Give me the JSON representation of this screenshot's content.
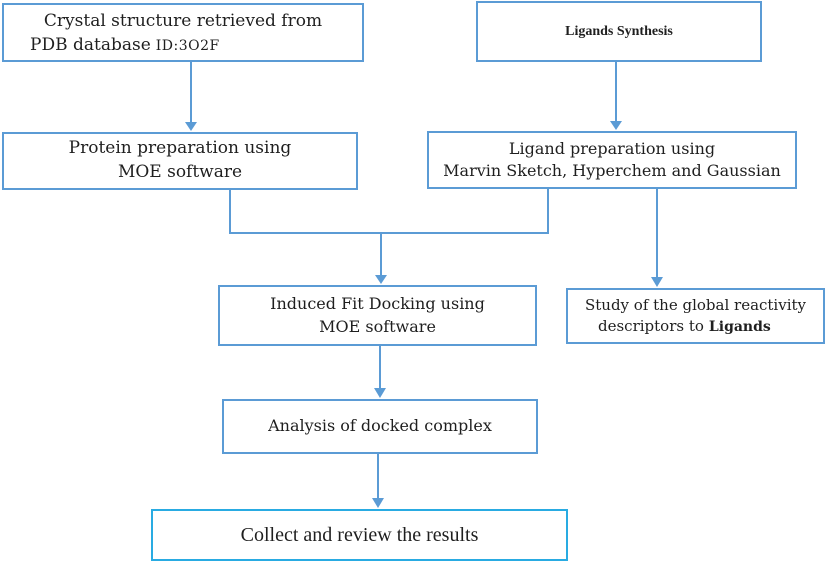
{
  "diagram": {
    "title_hint": "Molecular docking workflow flowchart",
    "colors": {
      "box_border": "#5b9bd5",
      "collect_box_border": "#29abe2",
      "arrow": "#5b9bd5",
      "text": "#1f1f1f",
      "background": "#ffffff"
    },
    "boxes": {
      "crystal": {
        "line1": "Crystal structure retrieved from",
        "line2_text": "PDB database",
        "line2_id": "ID:3O2F"
      },
      "ligands_synthesis": {
        "label": "Ligands Synthesis"
      },
      "protein_prep": {
        "line1": "Protein preparation using",
        "line2": "MOE software"
      },
      "ligand_prep": {
        "line1": "Ligand preparation using",
        "line2": "Marvin Sketch, Hyperchem and Gaussian"
      },
      "induced_fit": {
        "line1": "Induced Fit Docking using",
        "line2": "MOE software"
      },
      "study": {
        "line1": "Study of the global reactivity",
        "line2_text": "descriptors to",
        "line2_bold": "Ligands"
      },
      "analysis": {
        "label": "Analysis of docked complex"
      },
      "collect": {
        "label": "Collect and review the results"
      }
    },
    "edges": [
      "crystal -> protein_prep",
      "ligands_synthesis -> ligand_prep",
      "protein_prep + ligand_prep -> induced_fit",
      "ligand_prep -> study",
      "induced_fit -> analysis",
      "analysis -> collect"
    ]
  }
}
